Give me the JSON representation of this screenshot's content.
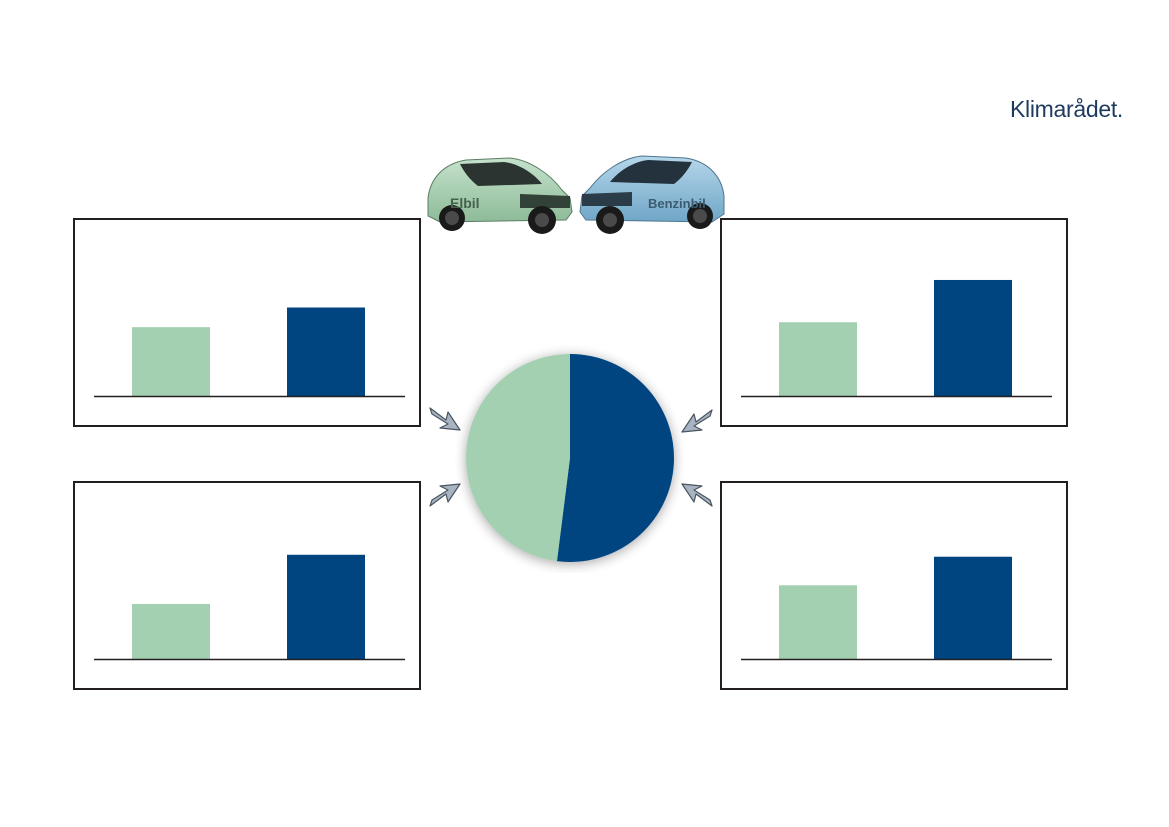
{
  "logo": {
    "text": "Klimarådet."
  },
  "cars": [
    {
      "label": "Elbil",
      "color": "#a8cfb1"
    },
    {
      "label": "Benzinbil",
      "color": "#8ec0dc"
    }
  ],
  "colors": {
    "green": "#a2d0b0",
    "blue": "#004580",
    "axis": "#231f20",
    "arrow_fill": "#a9b4c2",
    "arrow_stroke": "#4a5560"
  },
  "chart_data": [
    {
      "id": "pie-center",
      "type": "pie",
      "values": [
        48,
        52
      ],
      "colors": [
        "#a2d0b0",
        "#004580"
      ]
    },
    {
      "id": "bar-top-left",
      "type": "bar",
      "values": [
        70,
        90
      ],
      "ylim": [
        0,
        120
      ],
      "colors": [
        "#a2d0b0",
        "#004580"
      ]
    },
    {
      "id": "bar-top-right",
      "type": "bar",
      "values": [
        75,
        118
      ],
      "ylim": [
        0,
        120
      ],
      "colors": [
        "#a2d0b0",
        "#004580"
      ]
    },
    {
      "id": "bar-bottom-left",
      "type": "bar",
      "values": [
        56,
        106
      ],
      "ylim": [
        0,
        120
      ],
      "colors": [
        "#a2d0b0",
        "#004580"
      ]
    },
    {
      "id": "bar-bottom-right",
      "type": "bar",
      "values": [
        75,
        104
      ],
      "ylim": [
        0,
        120
      ],
      "colors": [
        "#a2d0b0",
        "#004580"
      ]
    }
  ]
}
